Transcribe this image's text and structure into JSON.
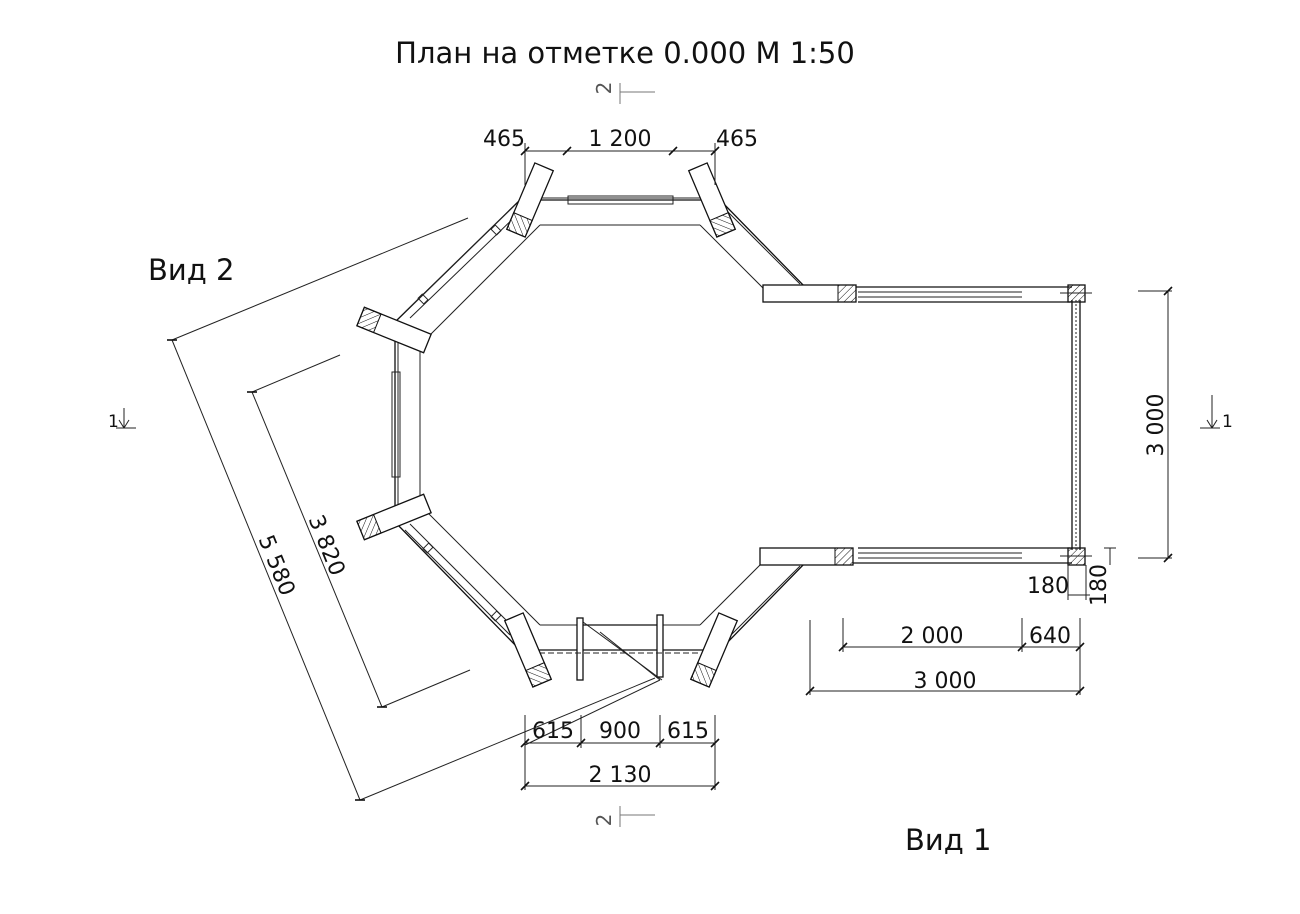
{
  "title": "План на отметке 0.000 М 1:50",
  "views": {
    "view1": "Вид 1",
    "view2": "Вид 2"
  },
  "section_marks": {
    "top": "2",
    "bottom": "2",
    "left": "1",
    "right": "1"
  },
  "dimensions": {
    "top_left": "465",
    "top_middle": "1 200",
    "top_right": "465",
    "right_height": "3 000",
    "post_width": "180",
    "post_depth": "180",
    "wall_length": "2 000",
    "wall_offset": "640",
    "extension_total": "3 000",
    "bottom_left": "615",
    "bottom_door": "900",
    "bottom_right": "615",
    "bottom_total": "2 130",
    "diagonal_inner": "3 820",
    "diagonal_outer": "5 580"
  }
}
